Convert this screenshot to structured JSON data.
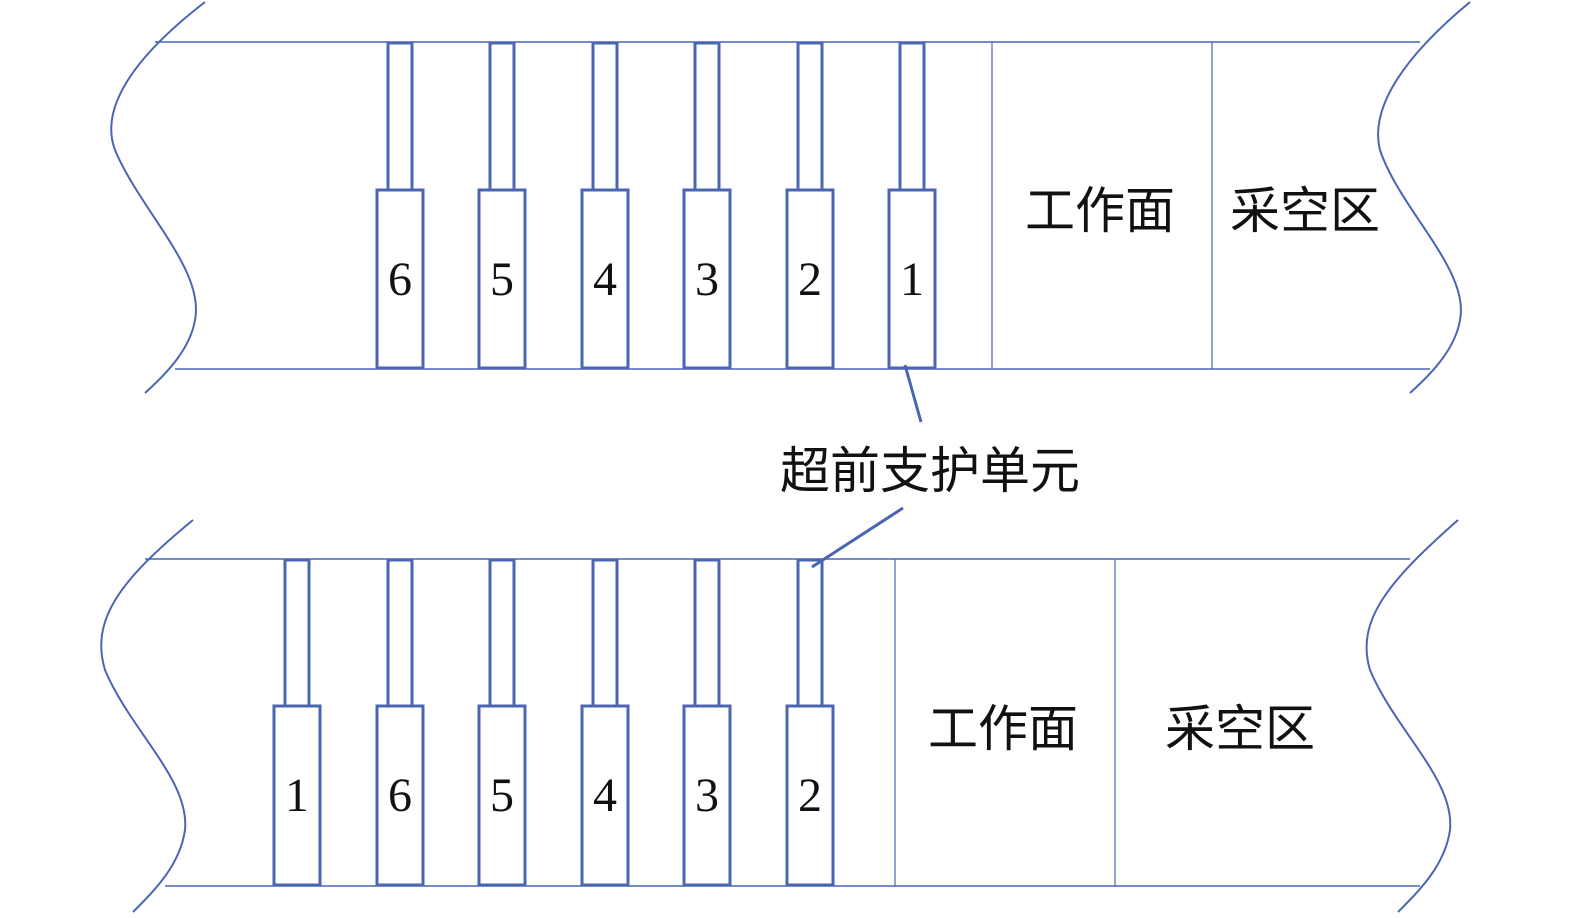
{
  "colors": {
    "line": "#4a66b3"
  },
  "top_panel": {
    "units": [
      "6",
      "5",
      "4",
      "3",
      "2",
      "1"
    ],
    "face_label": "工作面",
    "goaf_label": "采空区"
  },
  "bottom_panel": {
    "units": [
      "1",
      "6",
      "5",
      "4",
      "3",
      "2"
    ],
    "face_label": "工作面",
    "goaf_label": "采空区"
  },
  "callout": "超前支护单元"
}
